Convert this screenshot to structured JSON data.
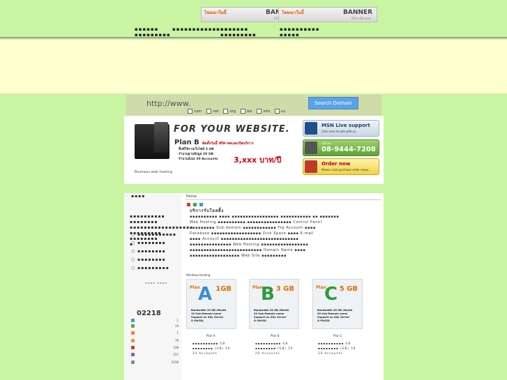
{
  "banners": [
    {
      "title": "BANNER",
      "tag": "โฆษณาในนี้",
      "size": "274 x 69 pixel"
    },
    {
      "title": "BANNER",
      "tag": "โฆษณาในนี้",
      "size": "274 x 69 pixel"
    }
  ],
  "menu": [
    "▪▪▪▪▪▪ ▪▪▪▪▪▪▪▪▪",
    "▪▪▪▪▪▪▪▪▪▪▪▪▪▪",
    "▪▪▪▪▪▪▪ ▪▪▪▪▪▪▪▪▪",
    "▪▪▪▪▪▪▪▪▪▪ ▪▪▪▪▪"
  ],
  "search": {
    "value": "http://www.",
    "button": "Search Domain",
    "extensions": [
      ".com",
      ".net",
      ".org",
      ".biz",
      ".info",
      ".us"
    ]
  },
  "promo": {
    "slogan": "FOR YOUR WEBSITE.",
    "plan": "Plan B",
    "plan_tag": "ติดตั้งวันนี้ ฟรีค่าจดและเปิดบริการ",
    "features": [
      "พื้นที่ใช้งานเว็บไซต์ 3 GB",
      "จำนวนฐานข้อมูล 20 GB",
      "จำนวนอีเมล 30 Accounts"
    ],
    "price": "3,xxx บาท/ปี",
    "caption": "Business web hosting"
  },
  "contact": {
    "msn": {
      "title": "MSN Live support",
      "sub": "Click here to talk with us"
    },
    "phone": {
      "title": "Call us:",
      "number": "08-9444-7208"
    },
    "order": {
      "title": "Order now",
      "sub": "Please click purchase order menu."
    }
  },
  "breadcrumb": "Home",
  "sidebar": {
    "heading": "▪▪▪▪",
    "lines": [
      "▪▪▪▪▪▪▪▪▪▪ ▪▪▪▪▪▪▪▪",
      "▪▪▪▪▪▪▪▪▪▪▪▪▪▪▪▪▪▪",
      "▪▪▪▪▪▪▪▪▪ ▪▪▪▪▪▪▪▪",
      "▪"
    ],
    "options": [
      "▪▪▪▪▪▪▪▪▪▪▪",
      "▪▪▪▪▪▪▪▪",
      "▪▪▪▪▪▪▪▪",
      "▪▪▪▪▪▪▪▪",
      "▪▪▪▪▪▪▪▪▪"
    ],
    "vote_label": "▪▪▪▪ ▪▪▪▪",
    "counter": "02218",
    "stats": [
      {
        "n": "1"
      },
      {
        "n": "14"
      },
      {
        "n": "1"
      },
      {
        "n": "79"
      },
      {
        "n": "138"
      },
      {
        "n": "217"
      },
      {
        "n": "2218"
      }
    ]
  },
  "content": {
    "title": "บริการรับโฮสติ้ง",
    "para": [
      "▪▪▪▪▪▪▪▪▪▪ ▪▪▪▪ ▪▪▪▪▪▪▪▪▪▪▪▪▪▪▪▪▪ ▪▪▪▪▪▪▪▪▪▪▪ ▪▪ ▪▪▪▪▪▪▪",
      "Web Hosting ▪▪▪▪▪▪▪▪▪▪ ▪▪▪▪▪▪▪▪▪▪▪▪▪▪▪▪ Control Panel",
      "▪▪▪▪▪▪▪▪▪ Sub-domain ▪▪▪▪▪▪▪▪▪▪▪▪ Ftp Account ▪▪▪▪",
      "Database ▪▪▪▪▪▪▪▪▪▪▪▪▪▪▪▪▪▪ Disk Space ▪▪▪▪ E-mail",
      "▪▪▪▪ Account ▪▪▪▪▪▪▪▪▪▪▪▪▪▪▪▪▪▪▪▪▪▪▪▪▪▪▪▪",
      "▪▪▪▪▪▪▪▪▪▪▪▪▪▪▪ Web Hosting ▪▪▪▪▪▪▪▪▪▪▪▪▪▪▪▪▪",
      "▪▪▪▪▪▪▪▪▪▪▪▪▪▪▪▪▪▪▪▪▪▪▪▪▪▪ Domain Name ▪▪▪▪",
      "▪▪▪▪▪▪▪▪▪▪▪▪▪▪▪▪▪▪ Web Site ▪▪▪▪▪▪▪▪▪"
    ],
    "windows_label": "Windows Hosting",
    "plans": [
      {
        "label": "Plan",
        "letter": "A",
        "size": "1GB",
        "color": "#3a8fd0",
        "spec": [
          "Bandwidth 20 GB /Month",
          "10 Sub-Domain name",
          "Support on SQL Server",
          "& MySQL"
        ],
        "below": "Plan A"
      },
      {
        "label": "Plan",
        "letter": "B",
        "size": "3 GB",
        "color": "#2e9a3a",
        "spec": [
          "Bandwidth 30 GB /Month",
          "20 Sub-Domain name",
          "Support on SQL Server",
          "& MySQL"
        ],
        "below": "Plan B"
      },
      {
        "label": "Plan",
        "letter": "C",
        "size": "5 GB",
        "color": "#2e9a3a",
        "spec": [
          "Bandwidth 50 GB /Month",
          "30 Sub-Domain name",
          "Support on SQL Server",
          "& MySQL"
        ],
        "below": "Plan C"
      }
    ],
    "below_lines": [
      "▪▪▪▪▪▪▪▪▪▪ GB",
      "▪▪▪▪▪▪▪▪ (GB) 50",
      "20 Accounts"
    ]
  }
}
